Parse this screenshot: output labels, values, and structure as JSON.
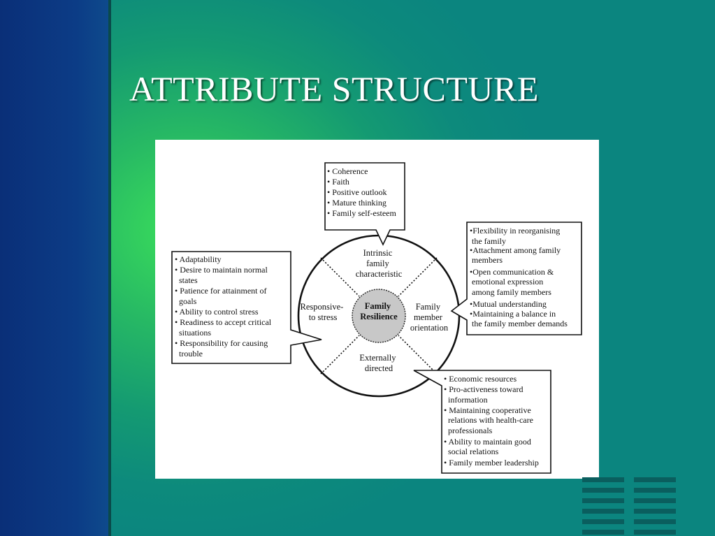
{
  "slide": {
    "title": "ATTRIBUTE STRUCTURE"
  },
  "diagram": {
    "center_label": [
      "Family",
      "Resilience"
    ],
    "quadrants": {
      "top": [
        "Intrinsic",
        "family",
        "characteristic"
      ],
      "right": [
        "Family",
        "member",
        "orientation"
      ],
      "bottom": [
        "Externally",
        "directed"
      ],
      "left": [
        "Responsive-",
        "to stress"
      ]
    },
    "boxes": {
      "intrinsic": [
        "• Coherence",
        "• Faith",
        "• Positive outlook",
        "• Mature thinking",
        "• Family self-esteem"
      ],
      "orientation": [
        "•Flexibility in reorganising",
        " the family",
        "•Attachment among family",
        " members",
        "•Open communication &",
        " emotional expression",
        " among family members",
        "•Mutual understanding",
        "•Maintaining a balance in",
        " the family member demands"
      ],
      "external": [
        "• Economic resources",
        "• Pro-activeness toward",
        "  information",
        "• Maintaining cooperative",
        "  relations with health-care",
        "  professionals",
        "• Ability to maintain good",
        "  social relations",
        "• Family member leadership"
      ],
      "stress": [
        "• Adaptability",
        "• Desire to maintain normal",
        "  states",
        "• Patience for attainment of",
        "  goals",
        "• Ability to control stress",
        "• Readiness to accept critical",
        "  situations",
        "• Responsibility for causing",
        "  trouble"
      ]
    },
    "colors": {
      "center_fill": "#c8c8c8",
      "line": "#111111"
    }
  }
}
